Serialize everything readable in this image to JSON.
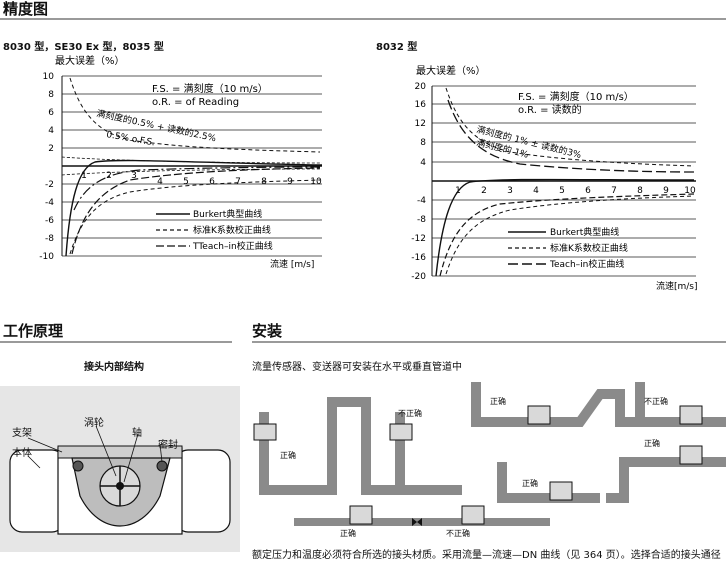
{
  "sections": {
    "accuracy_title": "精度图",
    "principle_title": "工作原理",
    "install_title": "安装"
  },
  "chart_left": {
    "subtitle": "8030 型，SE30 Ex 型，8035 型",
    "ylabel": "最大误差（%）",
    "xlabel": "流速 [m/s]",
    "y_ticks": [
      "10",
      "8",
      "6",
      "4",
      "2",
      "-2",
      "-4",
      "-6",
      "-8",
      "-10"
    ],
    "x_ticks": [
      "1",
      "2",
      "3",
      "4",
      "5",
      "6",
      "7",
      "8",
      "9",
      "10"
    ],
    "fs_note": "F.S. = 满刻度（10 m/s）",
    "or_note": "o.R. = of Reading",
    "curve_label_1": "满刻度的0.5% + 读数的2.5%",
    "curve_label_2": "0.5% o.F.S.",
    "legend": [
      "Burkert典型曲线",
      "标准K系数校正曲线",
      "TTeach–in校正曲线"
    ]
  },
  "chart_right": {
    "subtitle": "8032 型",
    "ylabel": "最大误差（%）",
    "xlabel": "流速[m/s]",
    "y_ticks": [
      "20",
      "16",
      "12",
      "8",
      "4",
      "-4",
      "-8",
      "-12",
      "-16",
      "-20"
    ],
    "x_ticks": [
      "1",
      "2",
      "3",
      "4",
      "5",
      "6",
      "7",
      "8",
      "9",
      "10"
    ],
    "fs_note": "F.S. = 满刻度（10 m/s）",
    "or_note": "o.R. = 读数的",
    "curve_label_1": "满刻度的 1% ± 读数的3%",
    "curve_label_2": "满刻度的 1%",
    "legend": [
      "Burkert典型曲线",
      "标准K系数校正曲线",
      "Teach–in校正曲线"
    ]
  },
  "principle": {
    "diagram_title": "接头内部结构",
    "labels": {
      "bracket": "支架",
      "body": "本体",
      "turbine": "涡轮",
      "shaft": "轴",
      "seal": "密封"
    }
  },
  "install": {
    "intro": "流量传感器、变送器可安装在水平或垂直管道中",
    "correct": "正确",
    "incorrect": "不正确",
    "footer": "额定压力和温度必须符合所选的接头材质。采用流量—流速—DN 曲线（见 364 页）。选择合适的接头通径"
  }
}
